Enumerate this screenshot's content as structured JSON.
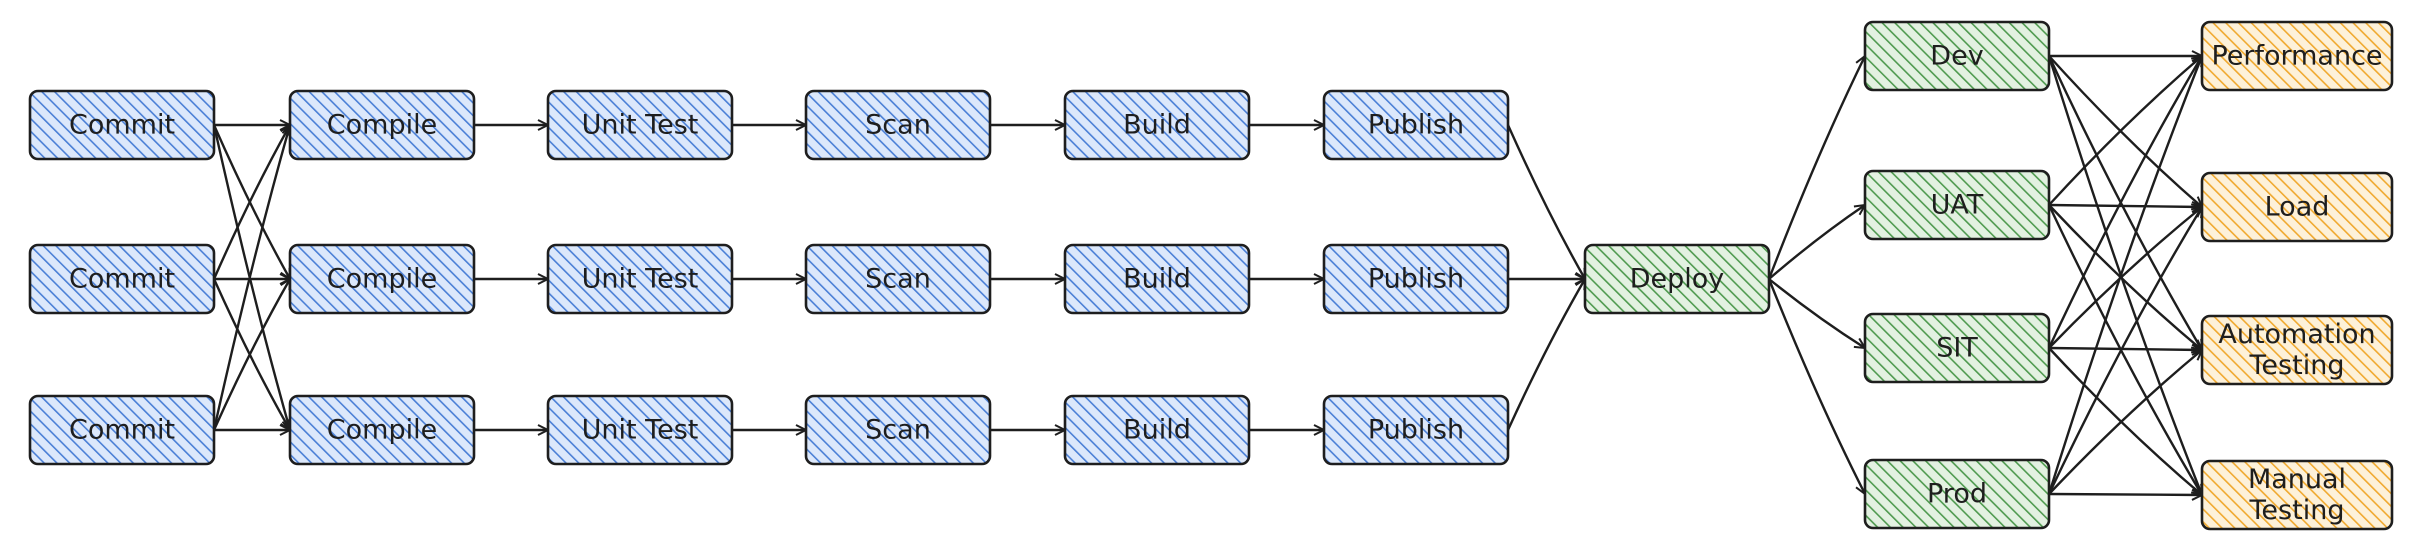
{
  "colors": {
    "stroke": "#1e1e1e",
    "ci_fill": "#4a7fd6",
    "ci_bg": "#dce8fb",
    "deploy_fill": "#4f9a4f",
    "deploy_bg": "#e3f1e1",
    "test_fill": "#f0a92f",
    "test_bg": "#fdf1d9"
  },
  "nodes": [
    {
      "id": "commit-1",
      "label": "Commit",
      "group": "ci"
    },
    {
      "id": "compile-1",
      "label": "Compile",
      "group": "ci"
    },
    {
      "id": "unit-test-1",
      "label": "Unit Test",
      "group": "ci"
    },
    {
      "id": "scan-1",
      "label": "Scan",
      "group": "ci"
    },
    {
      "id": "build-1",
      "label": "Build",
      "group": "ci"
    },
    {
      "id": "publish-1",
      "label": "Publish",
      "group": "ci"
    },
    {
      "id": "commit-2",
      "label": "Commit",
      "group": "ci"
    },
    {
      "id": "compile-2",
      "label": "Compile",
      "group": "ci"
    },
    {
      "id": "unit-test-2",
      "label": "Unit Test",
      "group": "ci"
    },
    {
      "id": "scan-2",
      "label": "Scan",
      "group": "ci"
    },
    {
      "id": "build-2",
      "label": "Build",
      "group": "ci"
    },
    {
      "id": "publish-2",
      "label": "Publish",
      "group": "ci"
    },
    {
      "id": "commit-3",
      "label": "Commit",
      "group": "ci"
    },
    {
      "id": "compile-3",
      "label": "Compile",
      "group": "ci"
    },
    {
      "id": "unit-test-3",
      "label": "Unit Test",
      "group": "ci"
    },
    {
      "id": "scan-3",
      "label": "Scan",
      "group": "ci"
    },
    {
      "id": "build-3",
      "label": "Build",
      "group": "ci"
    },
    {
      "id": "publish-3",
      "label": "Publish",
      "group": "ci"
    },
    {
      "id": "deploy",
      "label": "Deploy",
      "group": "deploy"
    },
    {
      "id": "dev",
      "label": "Dev",
      "group": "deploy"
    },
    {
      "id": "uat",
      "label": "UAT",
      "group": "deploy"
    },
    {
      "id": "sit",
      "label": "SIT",
      "group": "deploy"
    },
    {
      "id": "prod",
      "label": "Prod",
      "group": "deploy"
    },
    {
      "id": "performance",
      "label": "Performance",
      "group": "test"
    },
    {
      "id": "load",
      "label": "Load",
      "group": "test"
    },
    {
      "id": "automation-testing",
      "label": [
        "Automation",
        "Testing"
      ],
      "group": "test"
    },
    {
      "id": "manual-testing",
      "label": [
        "Manual",
        "Testing"
      ],
      "group": "test"
    }
  ],
  "edges": [
    [
      "commit-1",
      "compile-1"
    ],
    [
      "compile-1",
      "unit-test-1"
    ],
    [
      "unit-test-1",
      "scan-1"
    ],
    [
      "scan-1",
      "build-1"
    ],
    [
      "build-1",
      "publish-1"
    ],
    [
      "commit-2",
      "compile-2"
    ],
    [
      "compile-2",
      "unit-test-2"
    ],
    [
      "unit-test-2",
      "scan-2"
    ],
    [
      "scan-2",
      "build-2"
    ],
    [
      "build-2",
      "publish-2"
    ],
    [
      "commit-3",
      "compile-3"
    ],
    [
      "compile-3",
      "unit-test-3"
    ],
    [
      "unit-test-3",
      "scan-3"
    ],
    [
      "scan-3",
      "build-3"
    ],
    [
      "build-3",
      "publish-3"
    ],
    [
      "commit-1",
      "compile-2"
    ],
    [
      "commit-1",
      "compile-3"
    ],
    [
      "commit-2",
      "compile-1"
    ],
    [
      "commit-2",
      "compile-3"
    ],
    [
      "commit-3",
      "compile-1"
    ],
    [
      "commit-3",
      "compile-2"
    ],
    [
      "publish-1",
      "deploy"
    ],
    [
      "publish-2",
      "deploy"
    ],
    [
      "publish-3",
      "deploy"
    ],
    [
      "deploy",
      "dev"
    ],
    [
      "deploy",
      "uat"
    ],
    [
      "deploy",
      "sit"
    ],
    [
      "deploy",
      "prod"
    ],
    [
      "dev",
      "performance"
    ],
    [
      "dev",
      "load"
    ],
    [
      "dev",
      "automation-testing"
    ],
    [
      "dev",
      "manual-testing"
    ],
    [
      "uat",
      "performance"
    ],
    [
      "uat",
      "load"
    ],
    [
      "uat",
      "automation-testing"
    ],
    [
      "uat",
      "manual-testing"
    ],
    [
      "sit",
      "performance"
    ],
    [
      "sit",
      "load"
    ],
    [
      "sit",
      "automation-testing"
    ],
    [
      "sit",
      "manual-testing"
    ],
    [
      "prod",
      "performance"
    ],
    [
      "prod",
      "load"
    ],
    [
      "prod",
      "automation-testing"
    ],
    [
      "prod",
      "manual-testing"
    ]
  ]
}
